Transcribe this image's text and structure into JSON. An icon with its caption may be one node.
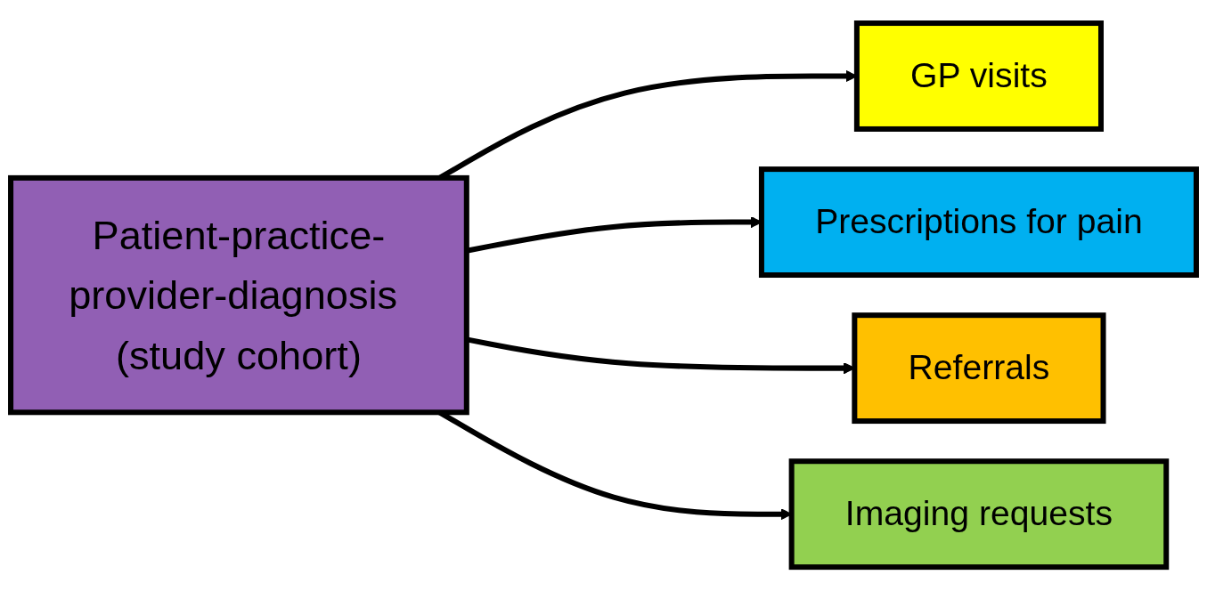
{
  "diagram": {
    "nodes": [
      {
        "text": [
          "Patient-practice-provider-diagnosis (study cohort)"
        ]
      },
      {
        "text": [
          "GP visits"
        ]
      },
      {
        "text": [
          "Prescriptions for pain"
        ]
      },
      {
        "text": [
          "Referrals"
        ]
      },
      {
        "text": [
          "Imaging requests"
        ]
      }
    ],
    "edges": [
      {
        "from": 0,
        "to": 1,
        "arrow": "to"
      },
      {
        "from": 0,
        "to": 2,
        "arrow": "to"
      },
      {
        "from": 0,
        "to": 3,
        "arrow": "to"
      },
      {
        "from": 0,
        "to": 4,
        "arrow": "to"
      }
    ]
  }
}
